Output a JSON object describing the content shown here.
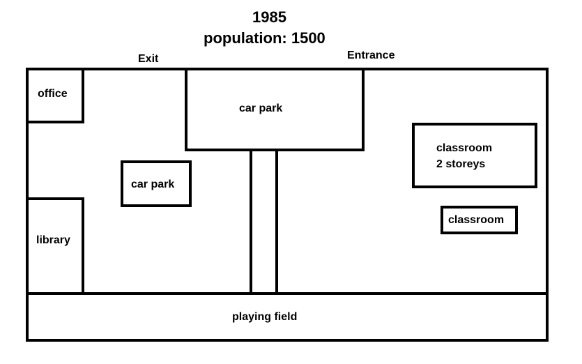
{
  "header": {
    "year": "1985",
    "population": "population: 1500"
  },
  "map": {
    "exit_label": "Exit",
    "entrance_label": "Entrance",
    "office_label": "office",
    "library_label": "library",
    "car_park_top_label": "car park",
    "car_park_left_label": "car park",
    "classroom_large_line1": "classroom",
    "classroom_large_line2": "2 storeys",
    "classroom_small_label": "classroom",
    "playing_field_label": "playing field"
  }
}
